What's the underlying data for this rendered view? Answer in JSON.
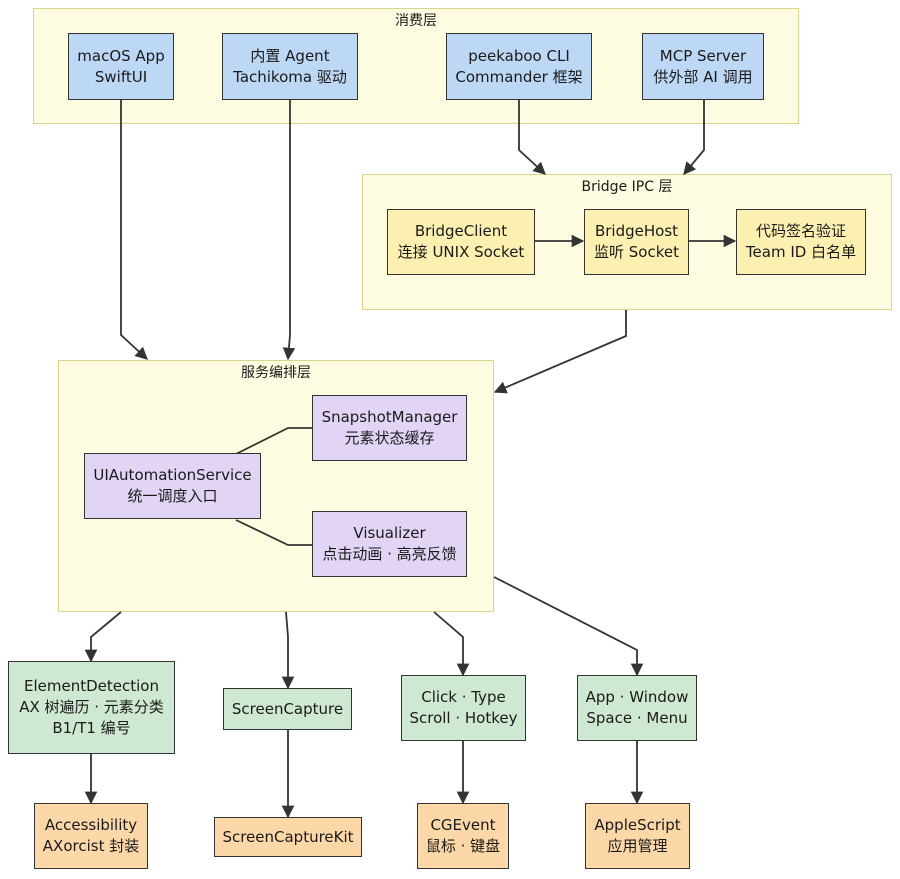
{
  "colors": {
    "layer_fill": "#fefce0",
    "layer_border": "#d9d68a",
    "consumer_node": "#bcd8f4",
    "bridge_node": "#fcf0b0",
    "service_node": "#e2d4f4",
    "capability_node": "#cfe8d2",
    "framework_node": "#fcd8a8",
    "edge": "#333333"
  },
  "layers": {
    "consumer": {
      "title": "消费层"
    },
    "bridge": {
      "title": "Bridge IPC 层"
    },
    "service": {
      "title": "服务编排层"
    }
  },
  "nodes": {
    "macos_app": {
      "line1": "macOS App",
      "line2": "SwiftUI"
    },
    "agent": {
      "line1": "内置 Agent",
      "line2": "Tachikoma 驱动"
    },
    "cli": {
      "line1": "peekaboo CLI",
      "line2": "Commander 框架"
    },
    "mcp": {
      "line1": "MCP Server",
      "line2": "供外部 AI 调用"
    },
    "bridge_client": {
      "line1": "BridgeClient",
      "line2": "连接 UNIX Socket"
    },
    "bridge_host": {
      "line1": "BridgeHost",
      "line2": "监听 Socket"
    },
    "codesign": {
      "line1": "代码签名验证",
      "line2": "Team ID 白名单"
    },
    "snapshot": {
      "line1": "SnapshotManager",
      "line2": "元素状态缓存"
    },
    "ui_service": {
      "line1": "UIAutomationService",
      "line2": "统一调度入口"
    },
    "visualizer": {
      "line1": "Visualizer",
      "line2": "点击动画 · 高亮反馈"
    },
    "element_detection": {
      "line1": "ElementDetection",
      "line2": "AX 树遍历 · 元素分类",
      "line3": "B1/T1 编号"
    },
    "screen_capture": {
      "line1": "ScreenCapture"
    },
    "input": {
      "line1": "Click · Type",
      "line2": "Scroll · Hotkey"
    },
    "app_window": {
      "line1": "App · Window",
      "line2": "Space · Menu"
    },
    "accessibility": {
      "line1": "Accessibility",
      "line2": "AXorcist 封装"
    },
    "screencapturekit": {
      "line1": "ScreenCaptureKit"
    },
    "cgevent": {
      "line1": "CGEvent",
      "line2": "鼠标 · 键盘"
    },
    "applescript": {
      "line1": "AppleScript",
      "line2": "应用管理"
    }
  },
  "edges": [
    {
      "from": "macos_app",
      "to": "service"
    },
    {
      "from": "agent",
      "to": "service"
    },
    {
      "from": "cli",
      "to": "bridge"
    },
    {
      "from": "mcp",
      "to": "bridge"
    },
    {
      "from": "bridge_client",
      "to": "bridge_host"
    },
    {
      "from": "bridge_host",
      "to": "codesign"
    },
    {
      "from": "bridge",
      "to": "service"
    },
    {
      "from": "ui_service",
      "to": "snapshot"
    },
    {
      "from": "ui_service",
      "to": "visualizer"
    },
    {
      "from": "service",
      "to": "element_detection"
    },
    {
      "from": "service",
      "to": "screen_capture"
    },
    {
      "from": "service",
      "to": "input"
    },
    {
      "from": "service",
      "to": "app_window"
    },
    {
      "from": "element_detection",
      "to": "accessibility"
    },
    {
      "from": "screen_capture",
      "to": "screencapturekit"
    },
    {
      "from": "input",
      "to": "cgevent"
    },
    {
      "from": "app_window",
      "to": "applescript"
    }
  ]
}
